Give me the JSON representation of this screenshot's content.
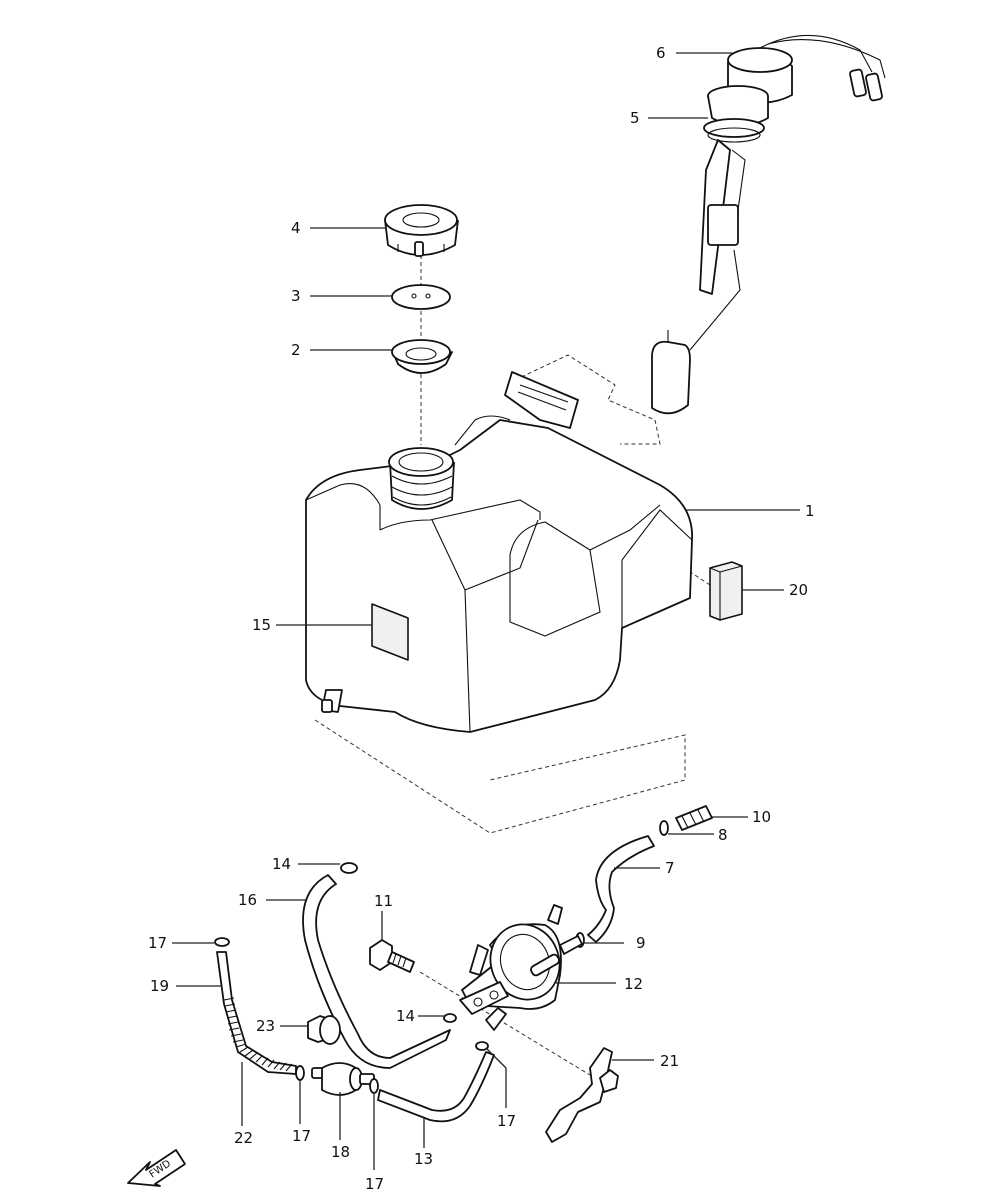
{
  "labels": {
    "l1": "1",
    "l2": "2",
    "l3": "3",
    "l4": "4",
    "l5": "5",
    "l6": "6",
    "l7": "7",
    "l8": "8",
    "l9": "9",
    "l10": "10",
    "l11": "11",
    "l12": "12",
    "l13": "13",
    "l14a": "14",
    "l14b": "14",
    "l15": "15",
    "l16": "16",
    "l17a": "17",
    "l17b": "17",
    "l17c": "17",
    "l17d": "17",
    "l18": "18",
    "l19": "19",
    "l20": "20",
    "l21": "21",
    "l22": "22",
    "l23": "23"
  },
  "fwd_label": "FWD"
}
